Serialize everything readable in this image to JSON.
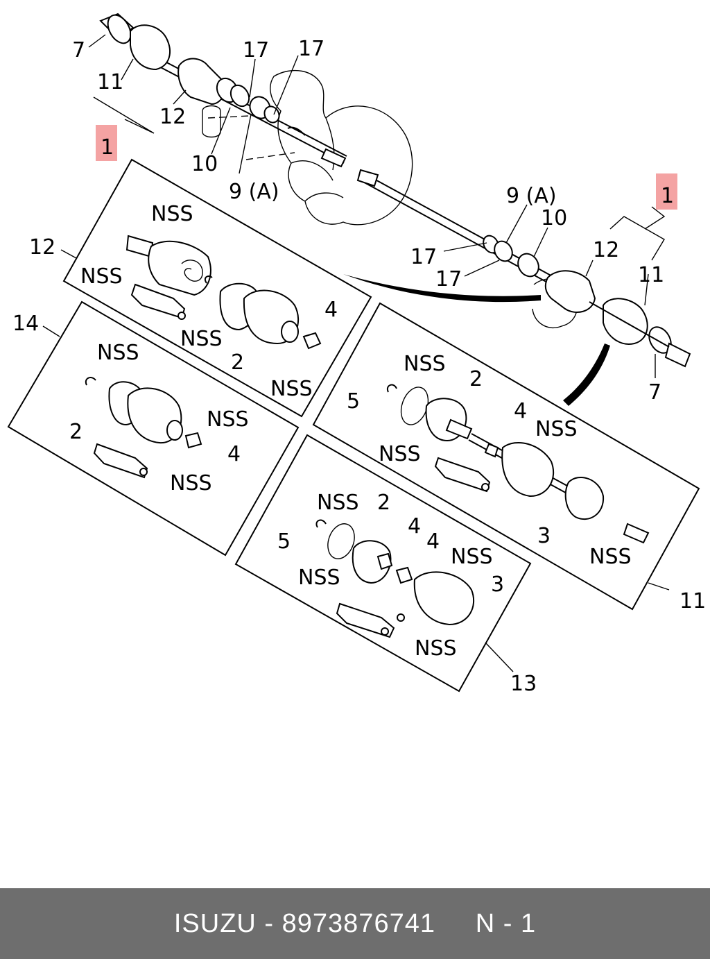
{
  "footer": {
    "brand": "ISUZU",
    "separator": " - ",
    "part_number": "8973876741",
    "gap": "     ",
    "page": "N - 1"
  },
  "callouts": {
    "c7_top": "7",
    "c11_top": "11",
    "c12_top": "12",
    "c1_left": "1",
    "c10_top": "10",
    "c9a_top": "9 (A)",
    "c17_a": "17",
    "c17_b": "17",
    "c9a_right": "9 (A)",
    "c1_right": "1",
    "c10_right": "10",
    "c17_c": "17",
    "c17_d": "17",
    "c12_right": "12",
    "c11_right": "11",
    "c7_right": "7",
    "box12_label": "12",
    "box12_nss1": "NSS",
    "box12_nss2": "NSS",
    "box12_nss3": "NSS",
    "box12_nss4": "NSS",
    "box12_c2": "2",
    "box12_c4": "4",
    "box14_label": "14",
    "box14_nss1": "NSS",
    "box14_nss2": "NSS",
    "box14_nss3": "NSS",
    "box14_c2": "2",
    "box14_c4": "4",
    "box11_label": "11",
    "box11_nss1": "NSS",
    "box11_nss2": "NSS",
    "box11_nss3": "NSS",
    "box11_nss4": "NSS",
    "box11_c2": "2",
    "box11_c3": "3",
    "box11_c4": "4",
    "box11_c5": "5",
    "box13_label": "13",
    "box13_nss1": "NSS",
    "box13_nss2": "NSS",
    "box13_nss3": "NSS",
    "box13_nss4": "NSS",
    "box13_c2": "2",
    "box13_c3": "3",
    "box13_c4a": "4",
    "box13_c4b": "4",
    "box13_c5": "5"
  },
  "colors": {
    "highlight": "#f4a3a3",
    "footer_bg": "#6e6e6e",
    "footer_text": "#ffffff"
  }
}
